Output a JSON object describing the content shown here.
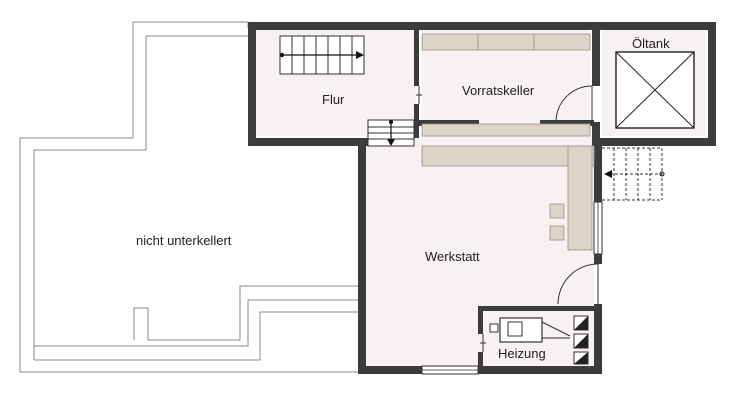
{
  "rooms": {
    "flur": "Flur",
    "vorratskeller": "Vorratskeller",
    "oeltank": "Öltank",
    "werkstatt": "Werkstatt",
    "heizung": "Heizung",
    "nicht_unterkellert": "nicht unterkellert"
  },
  "colors": {
    "wall": "#3c3c3c",
    "floor": "#f7f1f1",
    "furniture": "#ddd3c8",
    "outline": "#8a8a8a"
  }
}
